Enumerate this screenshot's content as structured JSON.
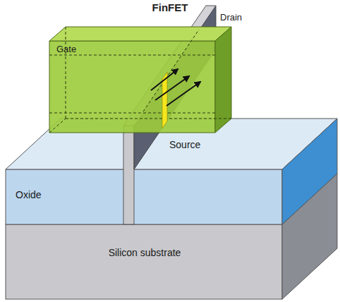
{
  "diagram": {
    "title": "FinFET",
    "labels": [
      "Drain",
      "Gate",
      "Source",
      "Oxide",
      "Silicon substrate"
    ]
  }
}
